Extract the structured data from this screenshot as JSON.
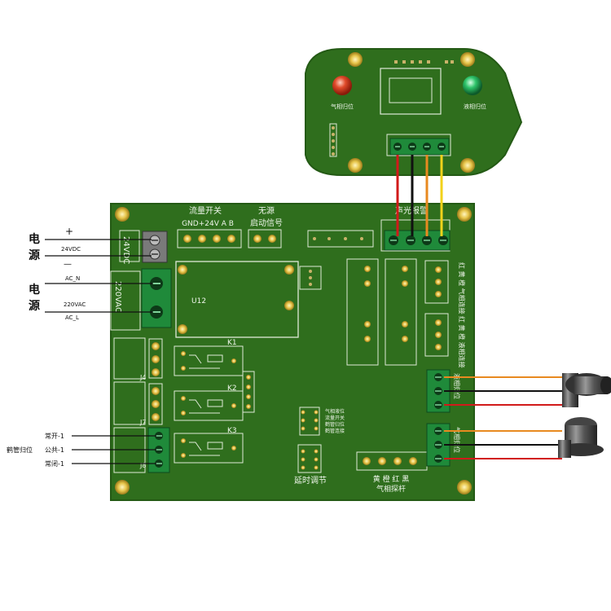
{
  "left_labels": {
    "power_dc_1": "电",
    "power_dc_2": "源",
    "plus": "+",
    "minus": "—",
    "dc_voltage": "24VDC",
    "power_ac_1": "电",
    "power_ac_2": "源",
    "ac_n": "AC_N",
    "ac_voltage": "220VAC",
    "ac_l": "AC_L",
    "arm_group": "鹤管归位",
    "no": "常开-1",
    "com": "公共-1",
    "nc": "常闭-1"
  },
  "main_board": {
    "flow_switch": "流量开关",
    "flow_pins": "GND+24V A B",
    "passive": "无源",
    "start_signal": "启动信号",
    "alarm": "声光报警",
    "dc_terminal": "24VDC",
    "ac_terminal": "220VAC",
    "u12": "U12",
    "k1": "K1",
    "k2": "K2",
    "k3": "K3",
    "j4": "J4",
    "j7": "J7",
    "j8": "J8",
    "gas_conn": "红 黄 橙 气相连接",
    "liquid_conn": "红 黄 橙 液相连接",
    "liquid_pos": "液相归位",
    "gas_pos": "气相归位",
    "legend_1": "气相液位",
    "legend_2": "流量开关",
    "legend_3": "鹤管归位",
    "legend_4": "鹤管连接",
    "delay": "延时调节",
    "probe_colors": "黄 橙 红 黑",
    "probe": "气相探杆"
  },
  "top_board": {
    "left_label": "气相归位",
    "right_label": "液相归位"
  },
  "colors": {
    "pcb": "#2f6e1d",
    "pcb_edge": "#245a15",
    "terminal": "#1f8a3a",
    "wire_red": "#d11a1a",
    "wire_orange": "#e88a20",
    "wire_yellow": "#f2d21a",
    "wire_black": "#111111",
    "led_red": "#e04a2a",
    "led_green": "#2ec46a"
  }
}
